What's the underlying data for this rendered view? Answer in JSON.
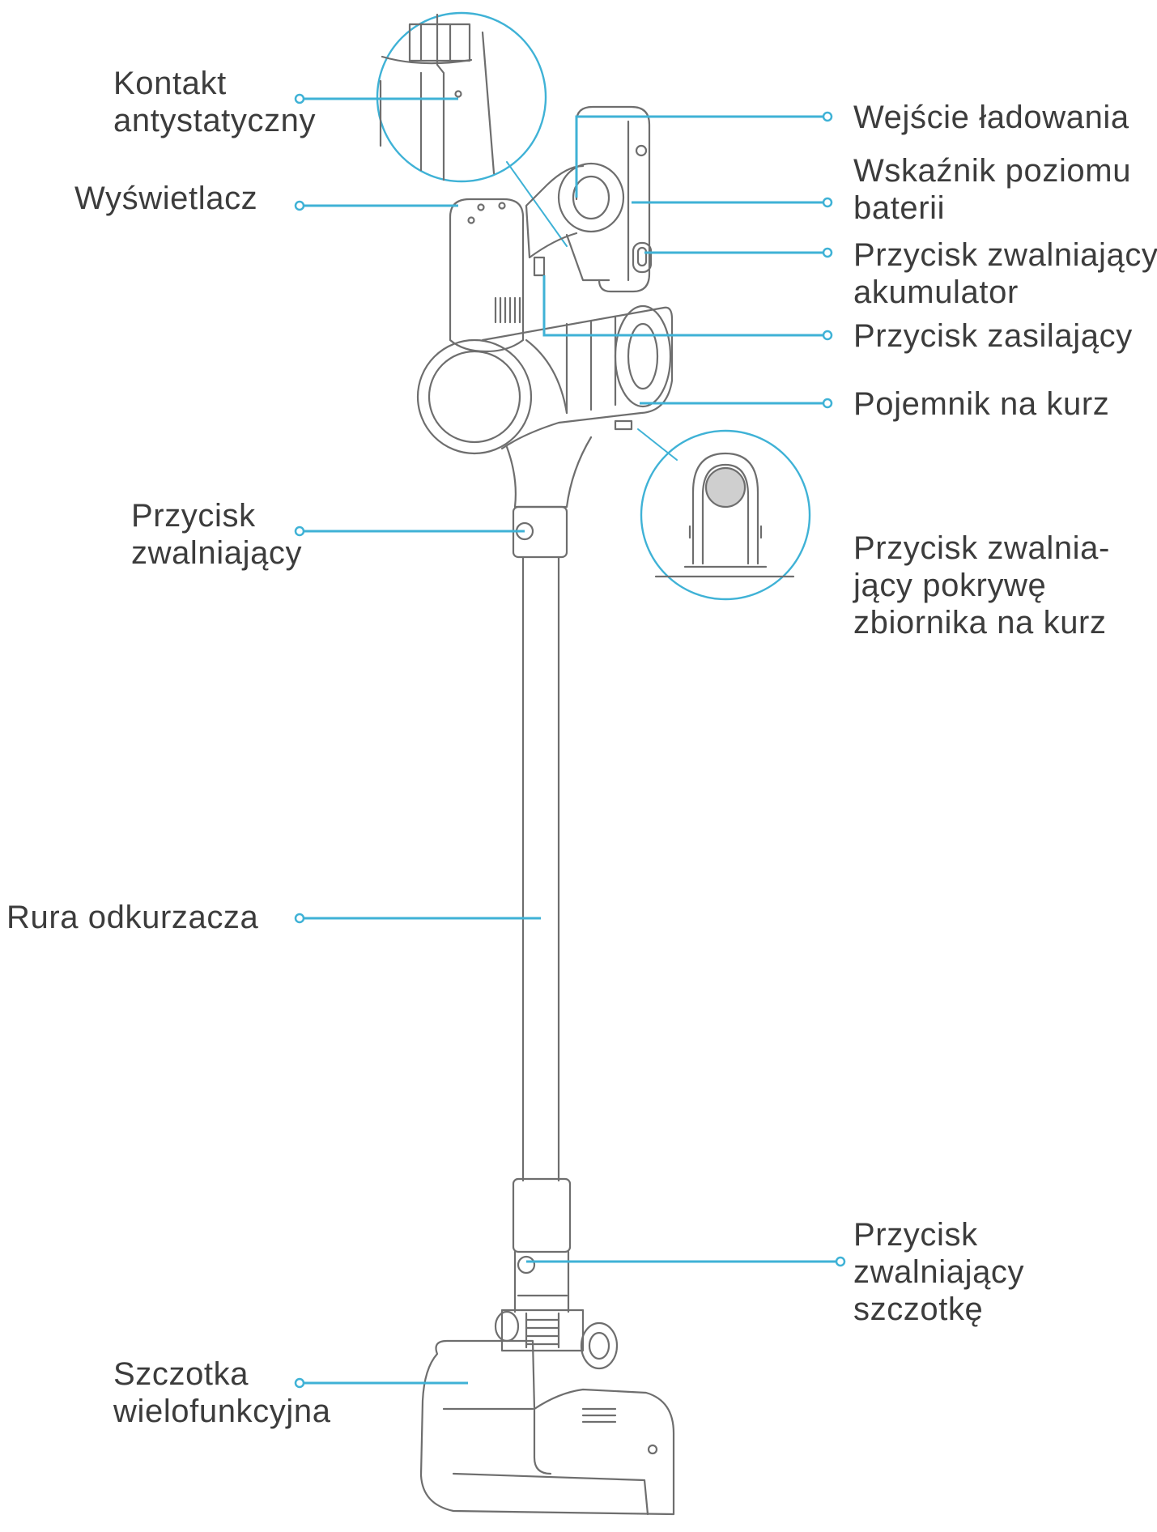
{
  "colors": {
    "leader": "#3fb2d6",
    "outline": "#6e6e6e",
    "text": "#3c3c3c"
  },
  "labels": {
    "antistatic": [
      "Kontakt",
      "antystatyczny"
    ],
    "display": [
      "Wyświetlacz"
    ],
    "charging": [
      "Wejście ładowania"
    ],
    "battery": [
      "Wskaźnik poziomu",
      "baterii"
    ],
    "battery_release": [
      "Przycisk zwalniający",
      "akumulator"
    ],
    "power": [
      "Przycisk zasilający"
    ],
    "dust_bin": [
      "Pojemnik na kurz"
    ],
    "release": [
      "Przycisk",
      "zwalniający"
    ],
    "lid_release": [
      "Przycisk zwalnia-",
      "jący pokrywę",
      "zbiornika na kurz"
    ],
    "tube": [
      "Rura odkurzacza"
    ],
    "brush_release": [
      "Przycisk",
      "zwalniający",
      "szczotkę"
    ],
    "brush": [
      "Szczotka",
      "wielofunkcyjna"
    ]
  }
}
